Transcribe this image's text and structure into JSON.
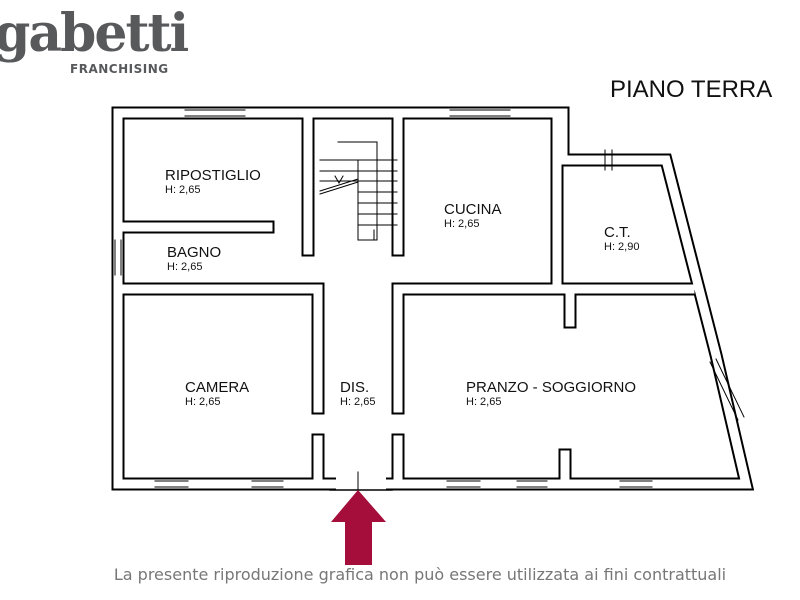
{
  "brand": {
    "name": "gabetti",
    "sub": "FRANCHISING"
  },
  "floor_title": "PIANO TERRA",
  "rooms": [
    {
      "name": "RIPOSTIGLIO",
      "height": "H: 2,65"
    },
    {
      "name": "BAGNO",
      "height": "H: 2,65"
    },
    {
      "name": "CUCINA",
      "height": "H: 2,65"
    },
    {
      "name": "C.T.",
      "height": "H: 2,90"
    },
    {
      "name": "CAMERA",
      "height": "H: 2,65"
    },
    {
      "name": "DIS.",
      "height": "H: 2,65"
    },
    {
      "name": "PRANZO - SOGGIORNO",
      "height": "H: 2,65"
    }
  ],
  "entrance_arrow_color": "#a50d3a",
  "disclaimer": "La presente riproduzione grafica non può essere utilizzata ai fini contrattuali"
}
